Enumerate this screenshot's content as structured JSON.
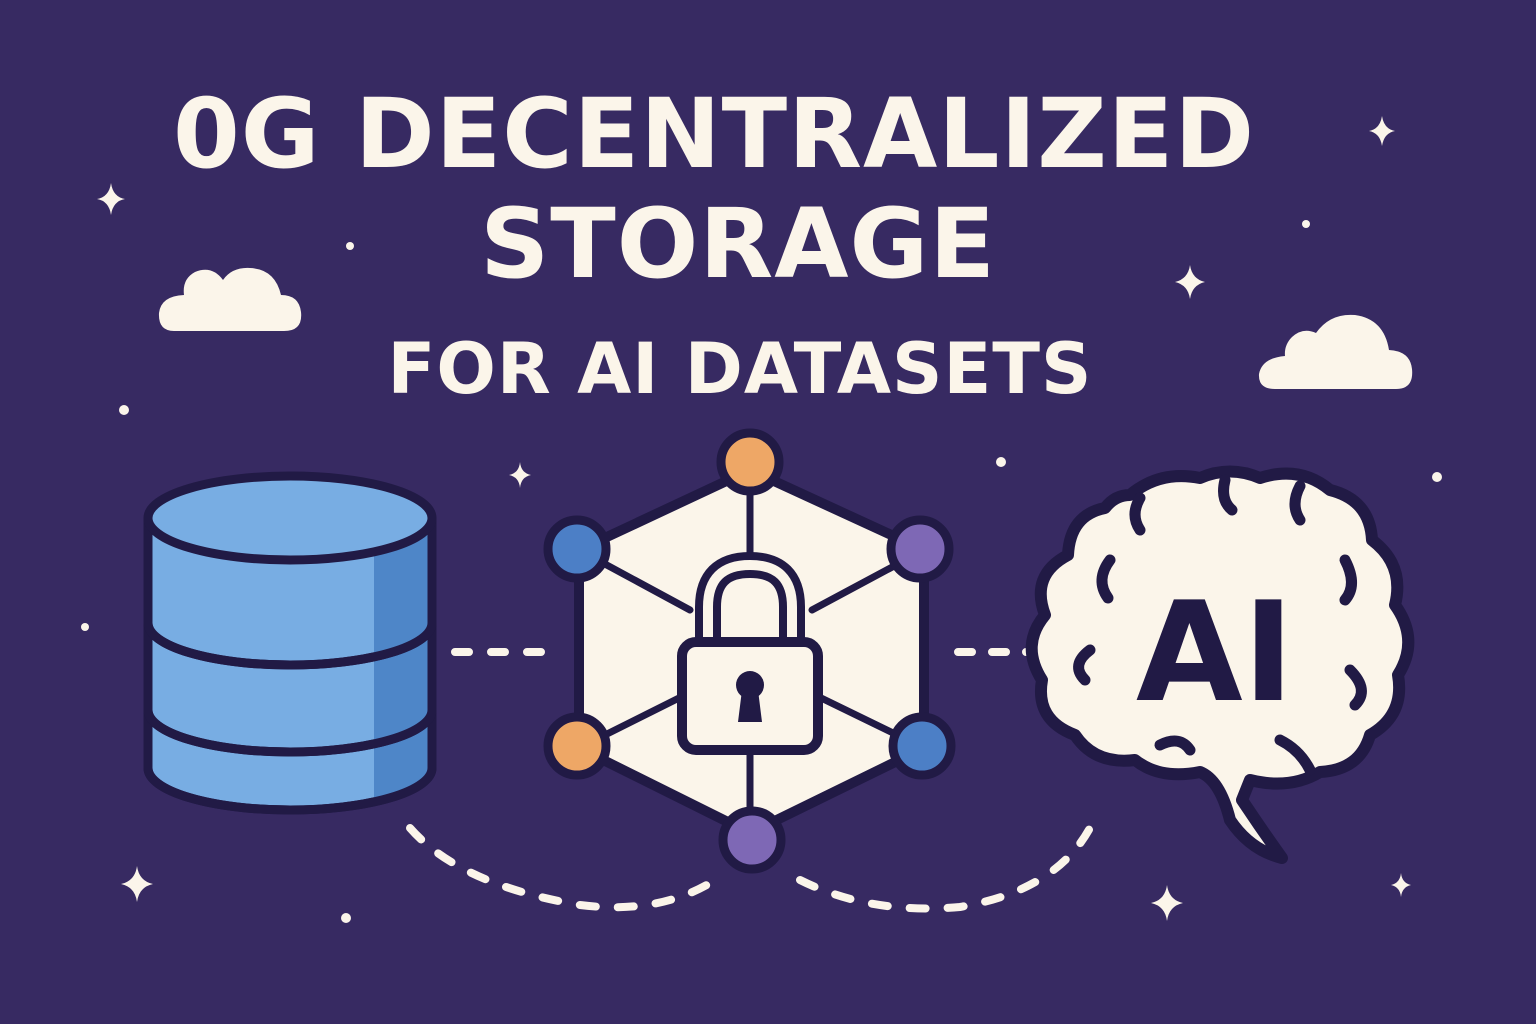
{
  "title": {
    "line1": "0G DECENTRALIZED",
    "line2": "STORAGE",
    "line3": "FOR AI DATASETS"
  },
  "brain": {
    "label": "AI"
  },
  "colors": {
    "background": "#372a62",
    "cream": "#fbf5ea",
    "outline": "#211a45",
    "database_blue": "#78ade3",
    "database_shade": "#4e86c8",
    "node_orange": "#eea766",
    "node_blue": "#4c7fc6",
    "node_purple": "#7e68b5"
  },
  "icons": {
    "database": "database-icon",
    "network": "hexagon-network-icon",
    "lock": "padlock-icon",
    "brain": "brain-icon",
    "cloud": "cloud-icon",
    "sparkle": "sparkle-icon"
  }
}
